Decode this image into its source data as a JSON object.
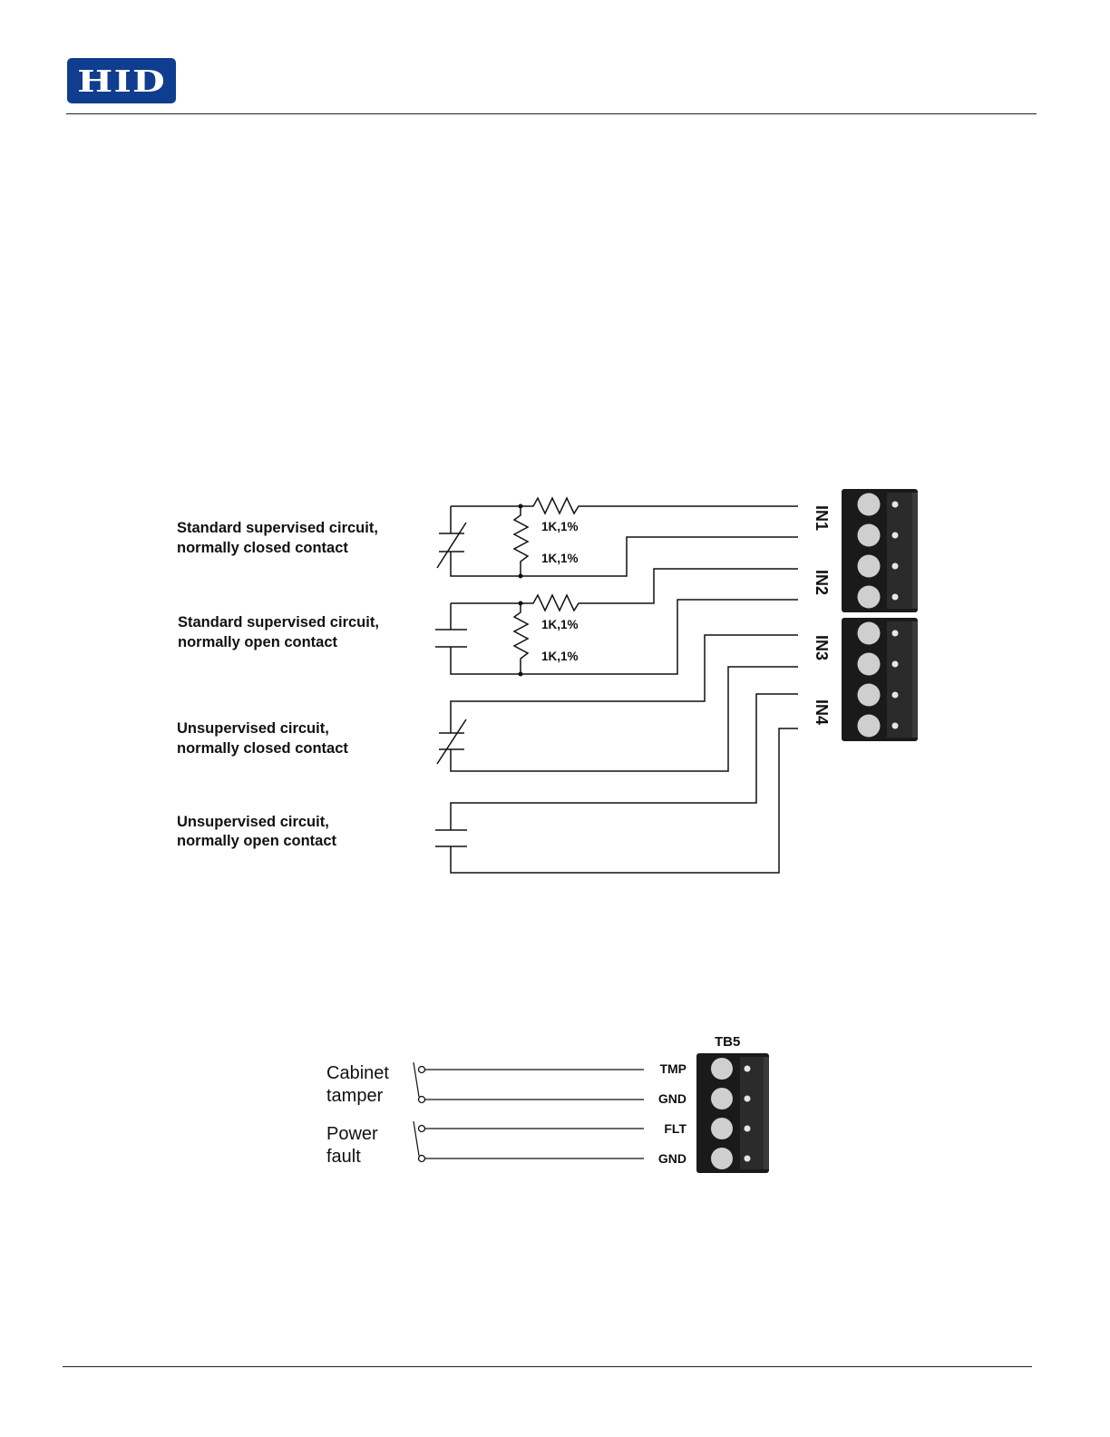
{
  "logo": {
    "text": "HID",
    "color": "#0f3d8f"
  },
  "input_diagram": {
    "circuits": [
      {
        "line1": "Standard supervised circuit,",
        "line2": "normally closed contact"
      },
      {
        "line1": "Standard supervised circuit,",
        "line2": "normally open contact"
      },
      {
        "line1": "Unsupervised circuit,",
        "line2": "normally closed contact"
      },
      {
        "line1": "Unsupervised circuit,",
        "line2": "normally open contact"
      }
    ],
    "resistor_labels": [
      "1K,1%",
      "1K,1%",
      "1K,1%",
      "1K,1%"
    ],
    "inputs": [
      "IN1",
      "IN2",
      "IN3",
      "IN4"
    ]
  },
  "tamper_diagram": {
    "block_title": "TB5",
    "switches": [
      {
        "line1": "Cabinet",
        "line2": "tamper"
      },
      {
        "line1": "Power",
        "line2": "fault"
      }
    ],
    "terminals": [
      "TMP",
      "GND",
      "FLT",
      "GND"
    ]
  }
}
